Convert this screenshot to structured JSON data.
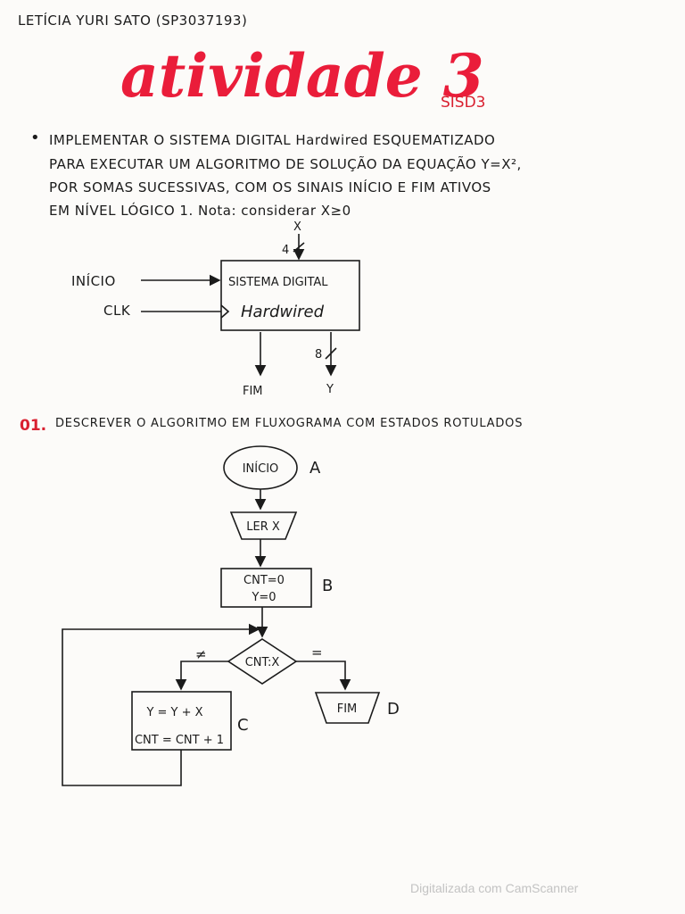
{
  "header": {
    "author": "LETÍCIA YURI SATO (SP3037193)",
    "title": "atividade 3",
    "subtitle": "SISD3"
  },
  "statement": {
    "bullet": "•",
    "lines": [
      "IMPLEMENTAR O SISTEMA DIGITAL Hardwired ESQUEMATIZADO",
      "PARA EXECUTAR UM ALGORITMO DE SOLUÇÃO DA EQUAÇÃO Y=X²,",
      "POR SOMAS SUCESSIVAS, COM OS SINAIS INÍCIO E FIM ATIVOS",
      "EM NÍVEL LÓGICO 1. Nota: considerar X≥0"
    ]
  },
  "block_diagram": {
    "block_line1": "SISTEMA DIGITAL",
    "block_line2": "Hardwired",
    "input_top": "X",
    "input_top_width": "4",
    "input_inicio": "INÍCIO",
    "input_clk": "CLK",
    "output_fim": "FIM",
    "output_y": "Y",
    "output_y_width": "8"
  },
  "question": {
    "number": "01.",
    "text": "DESCREVER O ALGORITMO EM FLUXOGRAMA COM ESTADOS ROTULADOS"
  },
  "flowchart": {
    "start": "INÍCIO",
    "state_a": "A",
    "read": "LER X",
    "init_line1": "CNT=0",
    "init_line2": "Y=0",
    "state_b": "B",
    "decision": "CNT:X",
    "branch_neq": "≠",
    "branch_eq": "=",
    "loop_line1": "Y = Y + X",
    "loop_line2": "CNT = CNT + 1",
    "state_c": "C",
    "end": "FIM",
    "state_d": "D"
  },
  "footer": {
    "watermark": "Digitalizada com CamScanner"
  }
}
